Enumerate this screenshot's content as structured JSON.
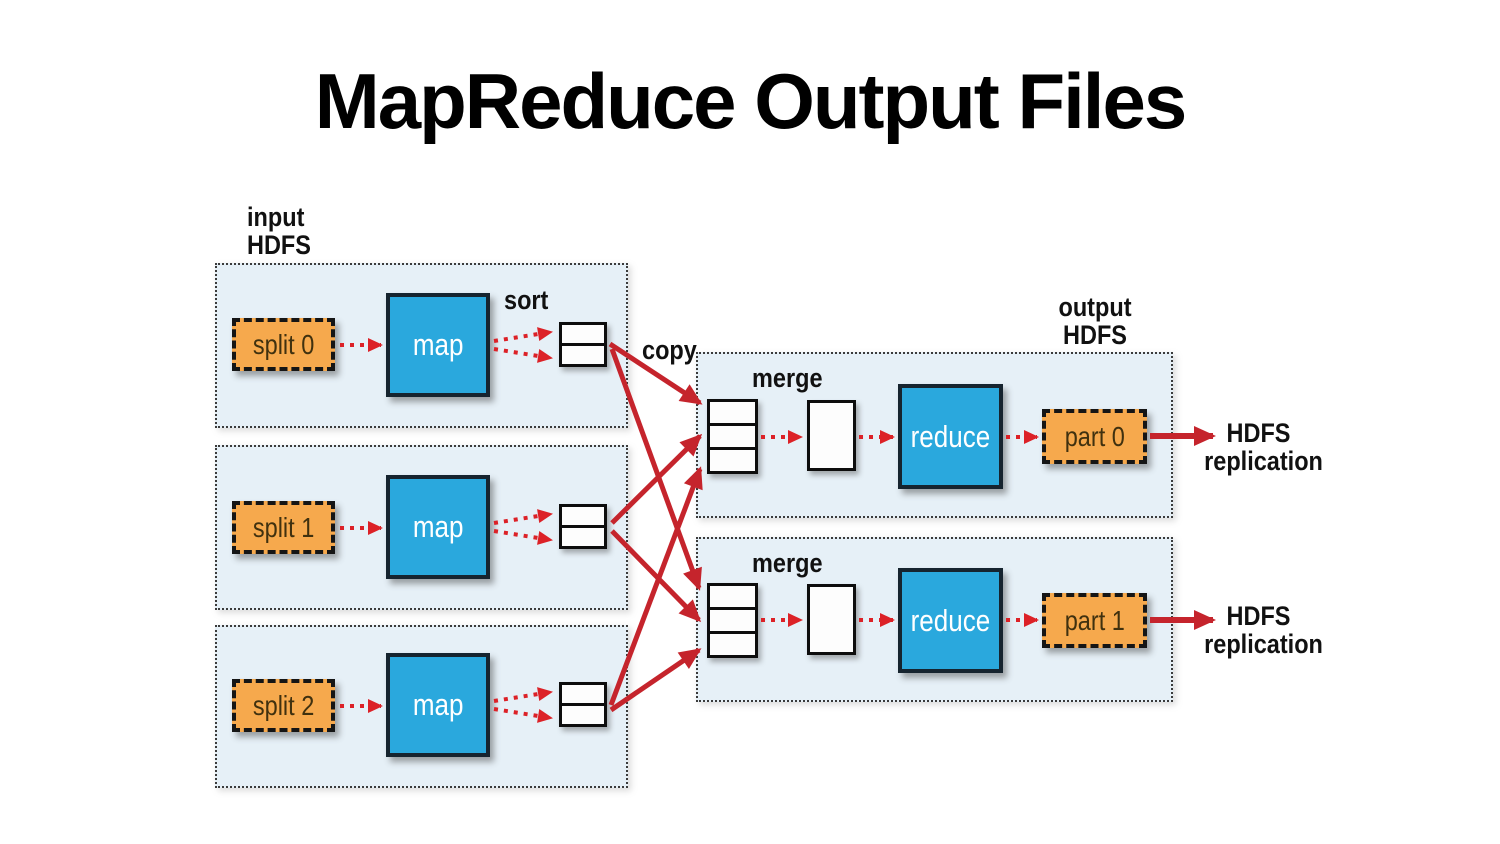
{
  "title": "MapReduce Output Files",
  "labels": {
    "input_hdfs": [
      "input",
      "HDFS"
    ],
    "output_hdfs": [
      "output",
      "HDFS"
    ],
    "sort": "sort",
    "copy": "copy"
  },
  "map_tasks": [
    {
      "split": "split 0",
      "map": "map"
    },
    {
      "split": "split 1",
      "map": "map"
    },
    {
      "split": "split 2",
      "map": "map"
    }
  ],
  "reduce_tasks": [
    {
      "merge": "merge",
      "reduce": "reduce",
      "part": "part 0",
      "replication": [
        "HDFS",
        "replication"
      ]
    },
    {
      "merge": "merge",
      "reduce": "reduce",
      "part": "part 1",
      "replication": [
        "HDFS",
        "replication"
      ]
    }
  ],
  "colors": {
    "title_text": "#000000",
    "label_text": "#111111",
    "box_blue": "#2aa8dd",
    "box_blue_border": "#16242f",
    "box_orange": "#f6a94d",
    "box_orange_text": "#40310f",
    "panel_bg": "#e6f0f7",
    "arrow_red_solid": "#c5242c",
    "arrow_red_dotted": "#dc2127"
  }
}
